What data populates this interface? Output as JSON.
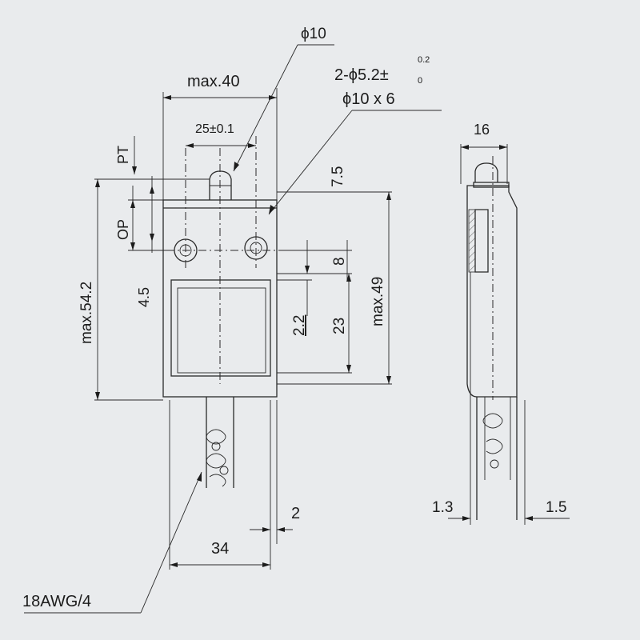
{
  "labels": {
    "phi10": "ϕ10",
    "max40": "max.40",
    "hole_spec": "2-ϕ5.2±",
    "tol_upper": "0.2",
    "tol_lower": "0",
    "hole_depth": "ϕ10 x 6",
    "d25": "25±0.1",
    "pt": "PT",
    "op": "OP",
    "d45": "4.5",
    "max542": "max.54.2",
    "d75": "7.5",
    "d8": "8",
    "d22": "2.2",
    "d23": "23",
    "max49": "max.49",
    "d34": "34",
    "d2": "2",
    "awg": "18AWG/4",
    "d16": "16",
    "d13": "1.3",
    "d15": "1.5"
  },
  "colors": {
    "paper": "#e9ebed",
    "line": "#2a2a2a"
  }
}
